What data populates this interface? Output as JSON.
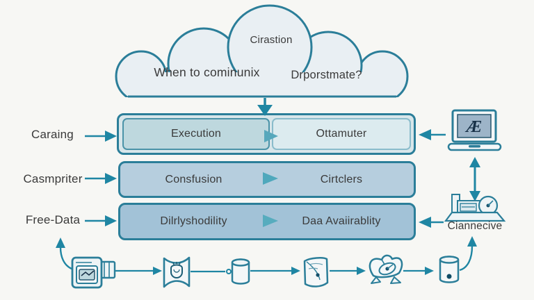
{
  "cloud": {
    "top_text": "Cirastion",
    "left_text": "When to cominunix",
    "right_text": "Drporstmate?"
  },
  "left_labels": {
    "row1": "Caraing",
    "row2": "Casmpriter",
    "row3": "Free-Data"
  },
  "rows": {
    "row1": {
      "left": "Execution",
      "right": "Ottamuter"
    },
    "row2": {
      "left": "Consfusion",
      "right": "Cirtclers"
    },
    "row3": {
      "left": "Dilrlyshodility",
      "right": "Daa Avaiirablity"
    }
  },
  "right_column": {
    "laptop_screen_glyph": "Æ",
    "device_label": "Ciannecive"
  },
  "icons": {
    "right_column": [
      "laptop-icon",
      "scanner-device-icon"
    ],
    "bottom_flow": [
      "camera-icon",
      "spool-filter-icon",
      "database-icon",
      "document-icon",
      "satellite-dish-icon",
      "storage-cylinder-icon"
    ]
  },
  "colors": {
    "background": "#f7f7f4",
    "outline_teal": "#2b7e99",
    "arrow_teal": "#1f86a3",
    "cloud_fill": "#e9eff3",
    "row1_outer_fill": "#d8e6ea",
    "row1_left_fill": "#bed8de",
    "row1_right_fill": "#dcebef",
    "row2_fill": "#b6cede",
    "row3_fill": "#a2c2d7",
    "text_dark": "#3a3a3a"
  }
}
